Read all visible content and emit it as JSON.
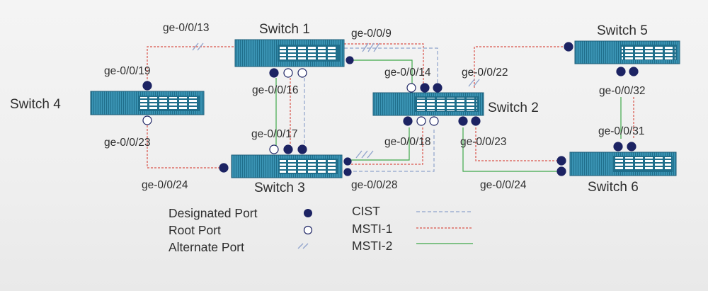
{
  "switches": {
    "s1": "Switch 1",
    "s2": "Switch 2",
    "s3": "Switch 3",
    "s4": "Switch 4",
    "s5": "Switch 5",
    "s6": "Switch 6"
  },
  "ports": {
    "p13": "ge-0/0/13",
    "p9": "ge-0/0/9",
    "p19": "ge-0/0/19",
    "p16": "ge-0/0/16",
    "p14": "ge-0/0/14",
    "p22": "ge-0/0/22",
    "p32": "ge-0/0/32",
    "p23_s4": "ge-0/0/23",
    "p17": "ge-0/0/17",
    "p18": "ge-0/0/18",
    "p23_s2": "ge-0/0/23",
    "p31": "ge-0/0/31",
    "p24_s3": "ge-0/0/24",
    "p28": "ge-0/0/28",
    "p24_s6": "ge-0/0/24"
  },
  "legend": {
    "designated": "Designated Port",
    "root": "Root Port",
    "alternate": "Alternate Port",
    "cist": "CIST",
    "msti1": "MSTI-1",
    "msti2": "MSTI-2"
  },
  "colors": {
    "cist": "#8fa3cc",
    "msti1": "#d9534a",
    "msti2": "#3fa84a",
    "switch_body": "#2f8cab",
    "port_fill": "#1c2363"
  }
}
